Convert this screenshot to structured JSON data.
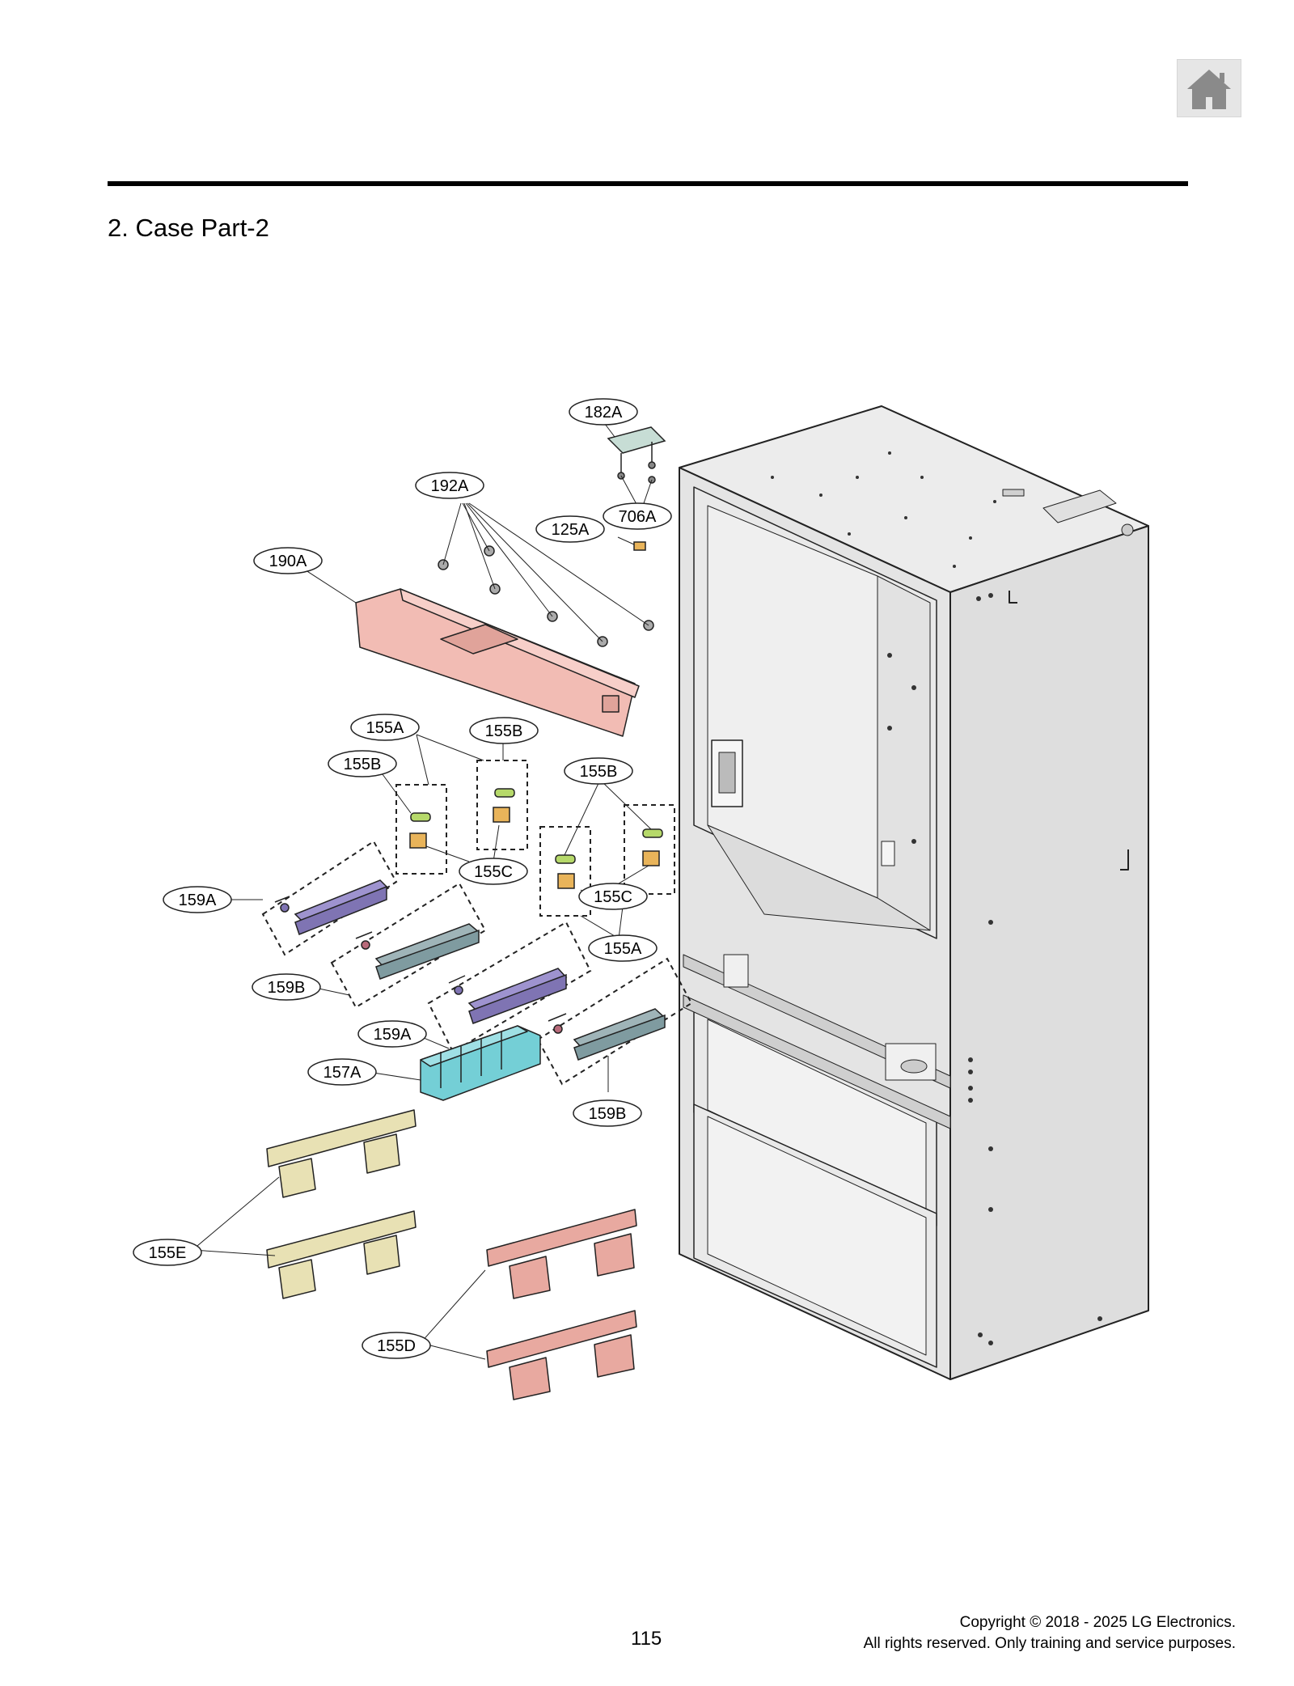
{
  "header": {
    "home_icon": "home-icon",
    "section_title": "2. Case Part-2"
  },
  "diagram": {
    "labels": [
      {
        "id": "182A",
        "text": "182A"
      },
      {
        "id": "192A",
        "text": "192A"
      },
      {
        "id": "706A",
        "text": "706A"
      },
      {
        "id": "125A",
        "text": "125A"
      },
      {
        "id": "190A",
        "text": "190A"
      },
      {
        "id": "155A-top",
        "text": "155A"
      },
      {
        "id": "155B-top",
        "text": "155B"
      },
      {
        "id": "155B-left",
        "text": "155B"
      },
      {
        "id": "155B-right",
        "text": "155B"
      },
      {
        "id": "155C-left",
        "text": "155C"
      },
      {
        "id": "155C-right",
        "text": "155C"
      },
      {
        "id": "155A-right",
        "text": "155A"
      },
      {
        "id": "159A-left",
        "text": "159A"
      },
      {
        "id": "159B-left",
        "text": "159B"
      },
      {
        "id": "159A-mid",
        "text": "159A"
      },
      {
        "id": "157A",
        "text": "157A"
      },
      {
        "id": "159B-right",
        "text": "159B"
      },
      {
        "id": "155E",
        "text": "155E"
      },
      {
        "id": "155D",
        "text": "155D"
      }
    ],
    "colors": {
      "cabinet": "#ececec",
      "cover_190A": "#f2bcb4",
      "rail_155D": "#e8a9a0",
      "rail_155E": "#e8e1b4",
      "guide_159A": "#9e93cf",
      "guide_159B": "#9fb4b8",
      "bracket_157A": "#74cfd6",
      "clip_green": "#b6d96a",
      "clip_orange": "#e9b45a"
    }
  },
  "footer": {
    "page_number": "115",
    "copyright_line1": "Copyright © 2018 - 2025 LG Electronics.",
    "copyright_line2": "All rights reserved. Only training and service purposes."
  }
}
